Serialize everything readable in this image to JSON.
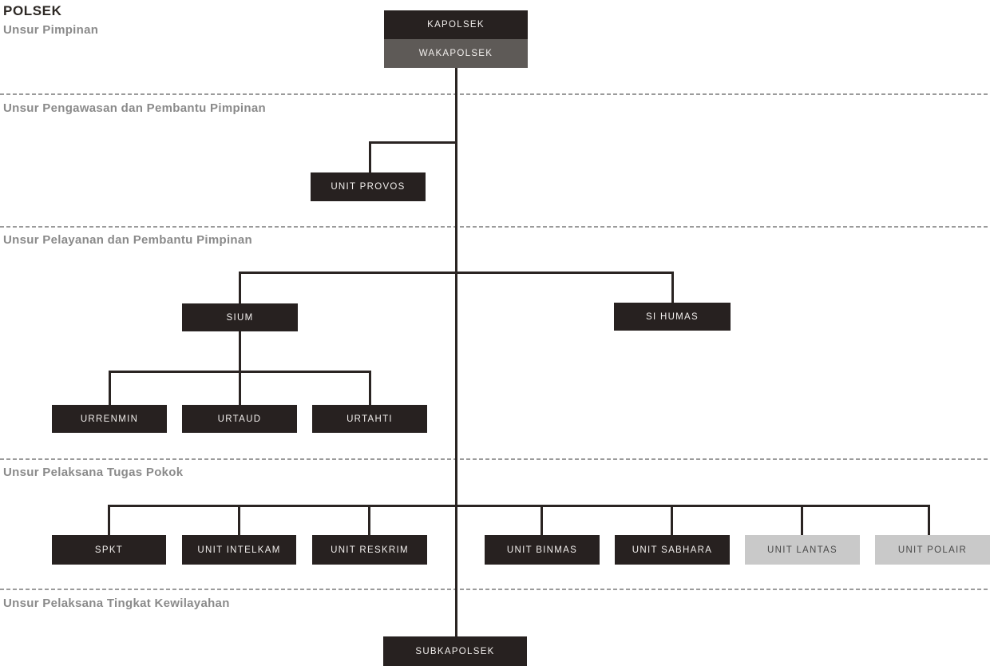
{
  "title": "POLSEK",
  "sections": [
    {
      "label": "Unsur Pimpinan"
    },
    {
      "label": "Unsur Pengawasan dan Pembantu Pimpinan"
    },
    {
      "label": "Unsur Pelayanan dan Pembantu Pimpinan"
    },
    {
      "label": "Unsur Pelaksana Tugas Pokok"
    },
    {
      "label": "Unsur Pelaksana Tingkat Kewilayahan"
    }
  ],
  "nodes": {
    "kapolsek": "KAPOLSEK",
    "wakapolsek": "WAKAPOLSEK",
    "unit_provos": "UNIT PROVOS",
    "sium": "SIUM",
    "si_humas": "SI HUMAS",
    "urrenmin": "URRENMIN",
    "urtaud": "URTAUD",
    "urtahti": "URTAHTI",
    "spkt": "SPKT",
    "unit_intelkam": "UNIT INTELKAM",
    "unit_reskrim": "UNIT RESKRIM",
    "unit_binmas": "UNIT BINMAS",
    "unit_sabhara": "UNIT SABHARA",
    "unit_lantas": "UNIT LANTAS",
    "unit_polair": "UNIT POLAIR",
    "subkapolsek": "SUBKAPOLSEK"
  },
  "colors": {
    "dark_box": "#272120",
    "gray_box": "#5e5a57",
    "light_box": "#c9c9c9",
    "box_text_light": "#f2efed",
    "box_text_dark": "#4a4a4a",
    "connector_line": "#2a2422",
    "title_text": "#2e2925",
    "section_label_text": "#8a8a8a",
    "separator": "#9b9b9b",
    "background": "#ffffff"
  }
}
